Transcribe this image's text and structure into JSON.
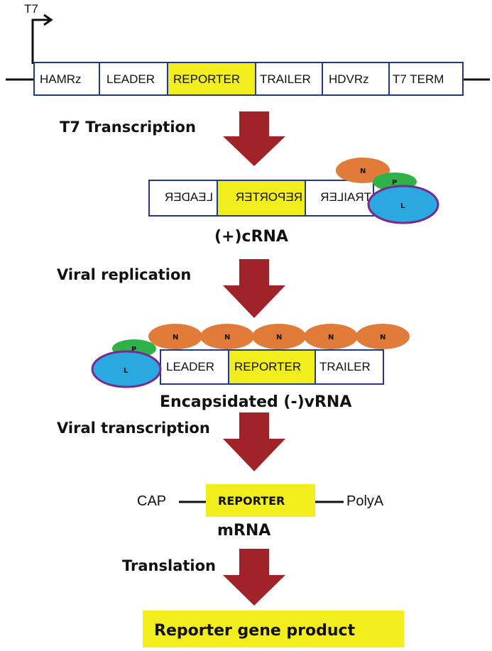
{
  "promoter": {
    "label": "T7"
  },
  "plasmid": {
    "segments": [
      "HAMRz",
      "LEADER",
      "REPORTER",
      "TRAILER",
      "HDVRz",
      "T7 TERM"
    ]
  },
  "steps": {
    "t7_transcription": "T7 Transcription",
    "viral_replication": "Viral replication",
    "viral_transcription": "Viral transcription",
    "translation": "Translation"
  },
  "crna": {
    "segments": [
      "TRAILER",
      "REPORTER",
      "LEADER"
    ],
    "label": "(+)cRNA"
  },
  "vrna": {
    "segments": [
      "LEADER",
      "REPORTER",
      "TRAILER"
    ],
    "label": "Encapsidated (-)vRNA"
  },
  "proteins": {
    "n": "N",
    "p": "P",
    "l": "L"
  },
  "mrna": {
    "cap": "CAP",
    "reporter": "REPORTER",
    "polya": "PolyA",
    "label": "mRNA"
  },
  "product": {
    "label": "Reporter gene product"
  },
  "colors": {
    "box_border": "#1f3a8a",
    "reporter_fill": "#f2ed1c",
    "arrow": "#a0232a",
    "n_protein": "#e07b39",
    "p_protein": "#2fb24a",
    "l_protein": "#2aa8e0",
    "l_border": "#7b2a8c"
  }
}
